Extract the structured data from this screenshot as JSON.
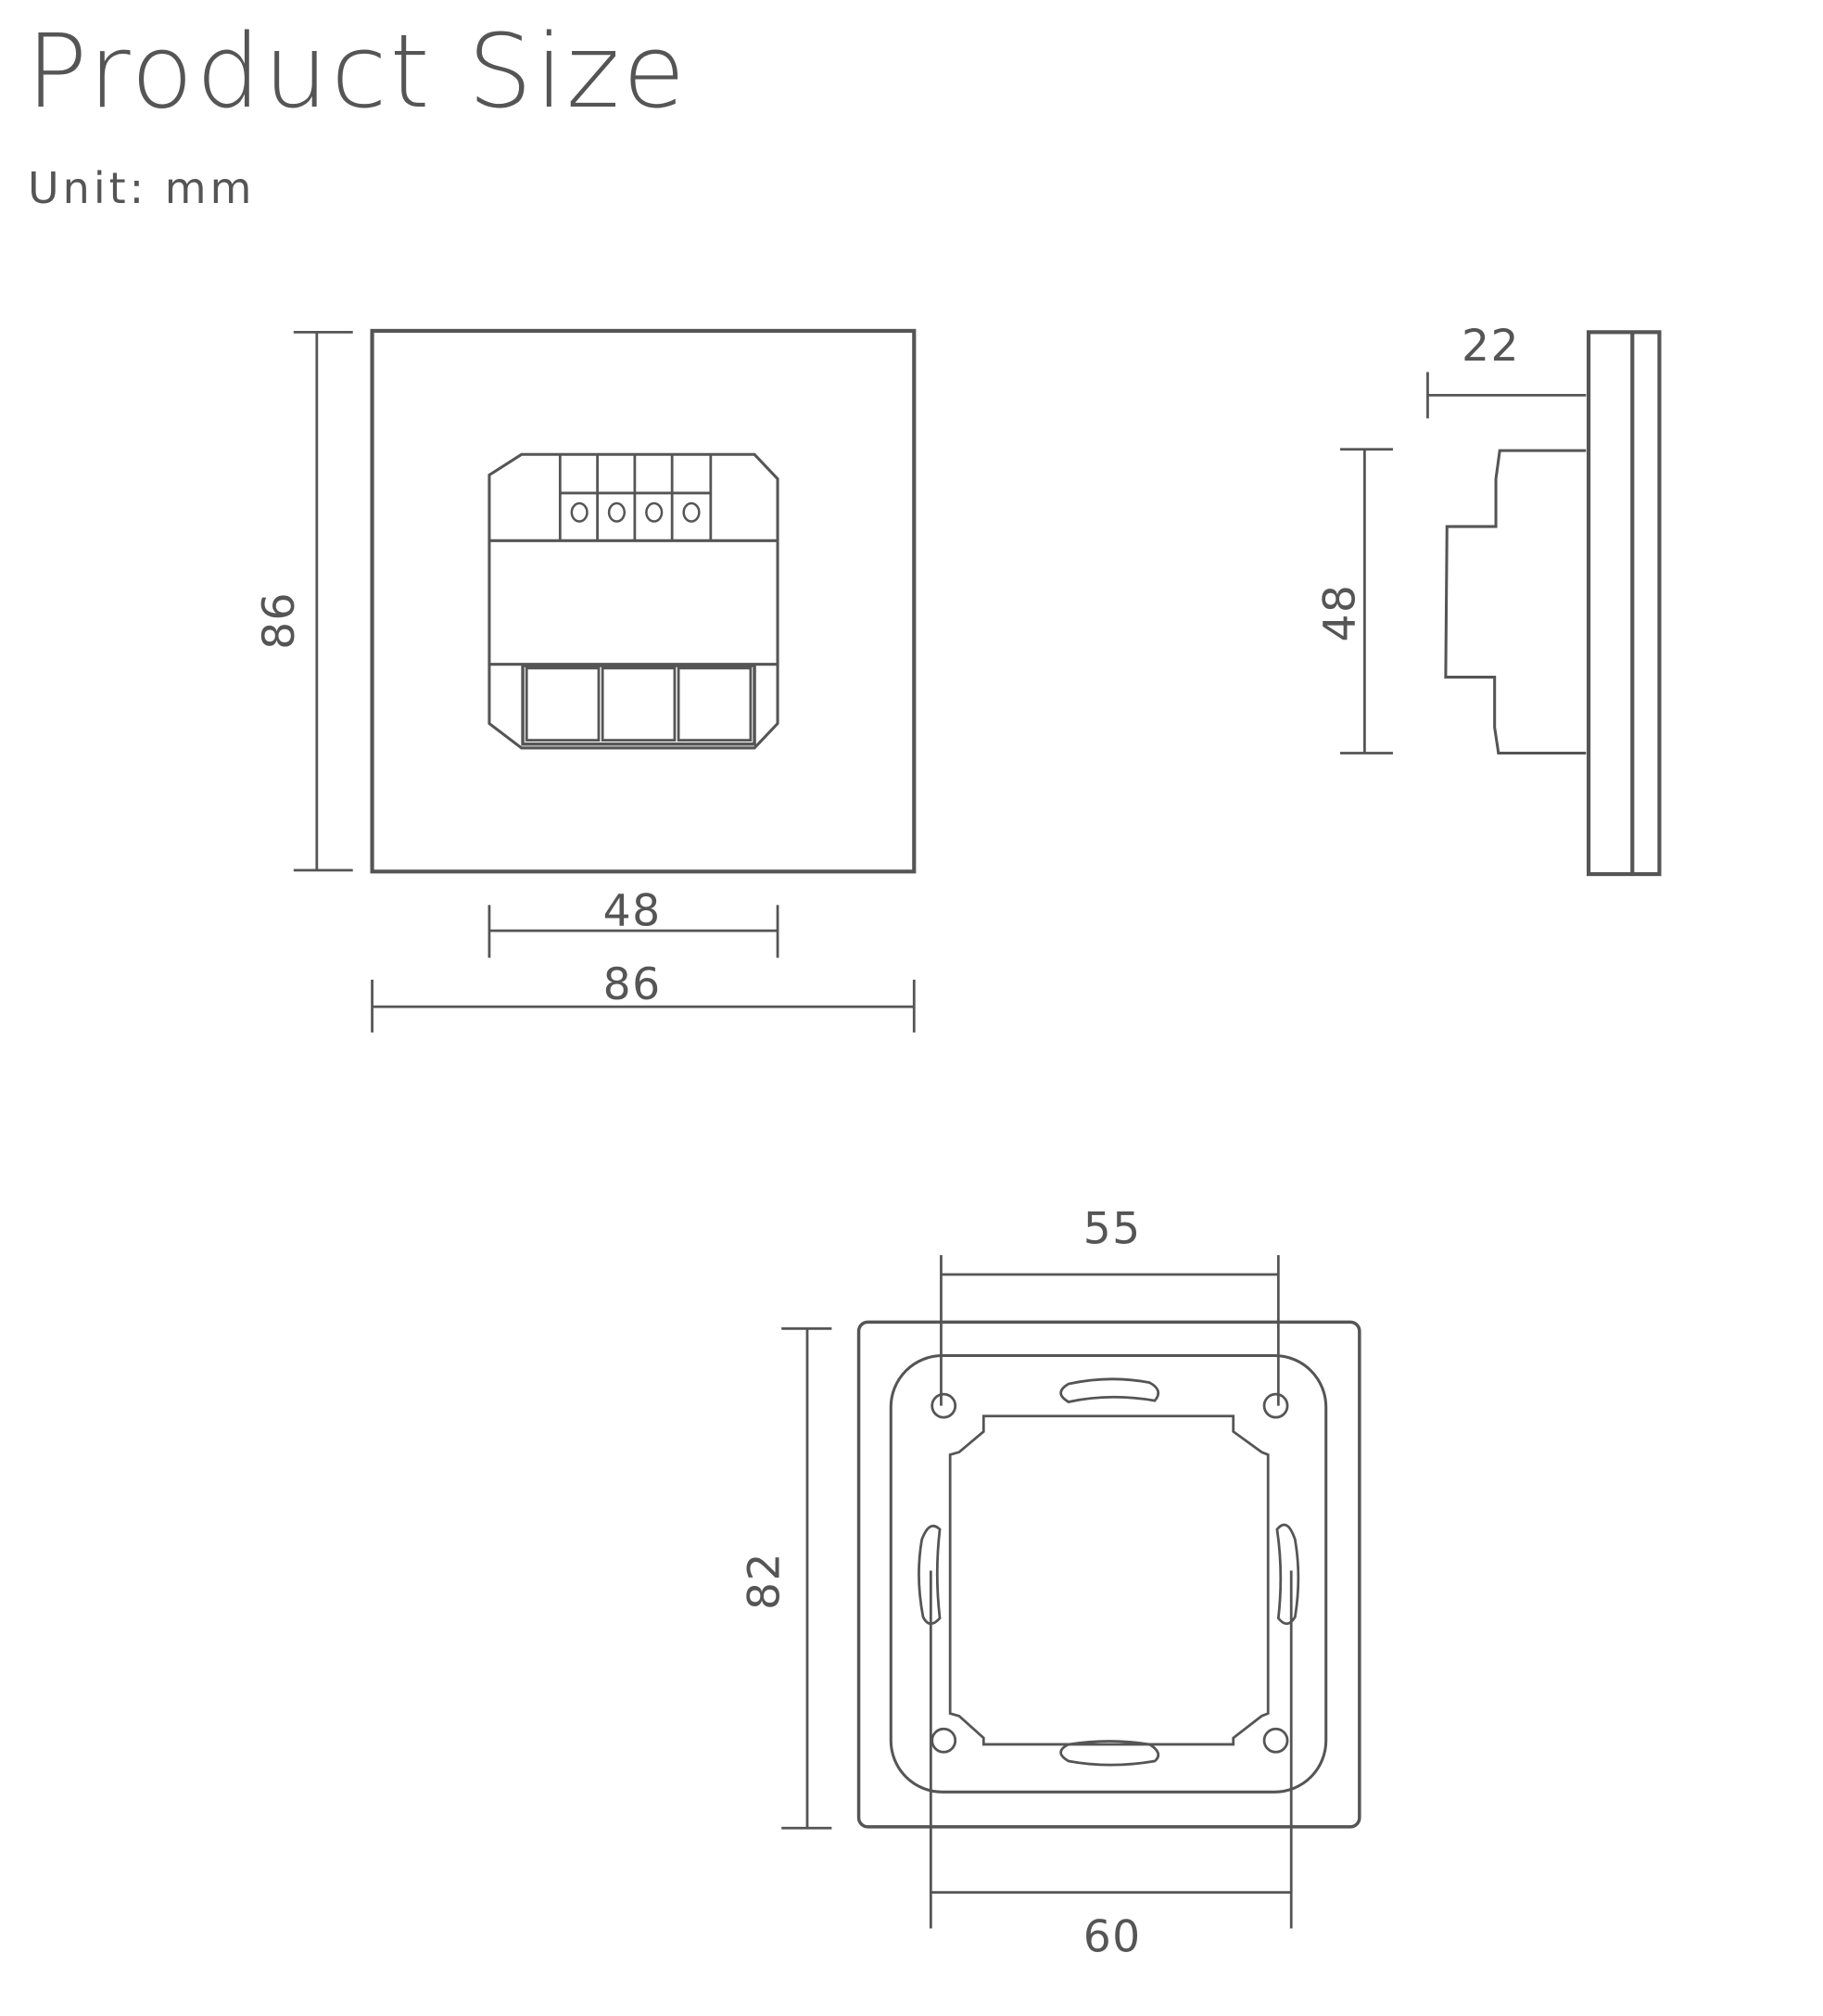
{
  "header": {
    "title": "Product Size",
    "unit": "Unit: mm"
  },
  "colors": {
    "stroke": "#555555",
    "background": "#ffffff"
  },
  "front_view": {
    "height_label": "86",
    "inner_width_label": "48",
    "outer_width_label": "86"
  },
  "side_view": {
    "depth_label": "22",
    "module_height_label": "48"
  },
  "back_view": {
    "hole_spacing_top_label": "55",
    "hole_spacing_bottom_label": "60",
    "height_label": "82"
  }
}
